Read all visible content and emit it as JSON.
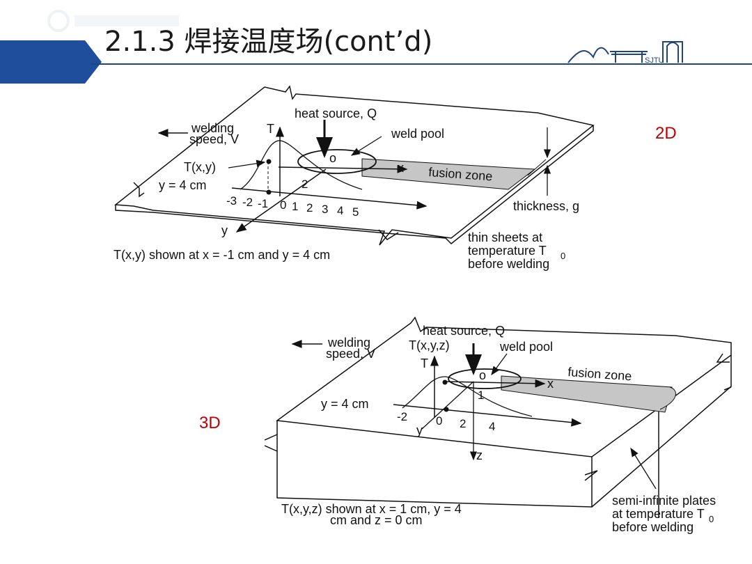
{
  "slide": {
    "title": "2.1.3 焊接温度场(cont’d)",
    "accent_color": "#1f4e9c",
    "rule_color": "#20447e",
    "dimension_labels": {
      "two_d": "2D",
      "three_d": "3D"
    },
    "logo_text": "SJTU"
  },
  "diagram_2d": {
    "welding_speed": [
      "welding",
      "speed, V"
    ],
    "t_axis": "T",
    "heat_source": "heat source, Q",
    "weld_pool": "weld pool",
    "origin": "o",
    "x_axis": "x",
    "fusion_zone": "fusion zone",
    "txy": "T(x,y)",
    "y_eq": "y = 4 cm",
    "tick_2": "2",
    "ticks": [
      "-3",
      "-2",
      "-1",
      "0",
      "1",
      "2",
      "3",
      "4",
      "5"
    ],
    "y_axis": "y",
    "thickness": "thickness, g",
    "thin_sheets": [
      "thin sheets at",
      "temperature T",
      "before welding"
    ],
    "subscript_0": "0",
    "caption": "T(x,y) shown at x = -1 cm and y = 4 cm"
  },
  "diagram_3d": {
    "welding_speed": [
      "welding",
      "speed, V"
    ],
    "heat_source": "heat source, Q",
    "txyz": "T(x,y,z)",
    "weld_pool": "weld pool",
    "t_axis": "T",
    "origin": "o",
    "fusion_zone": "fusion zone",
    "x_axis": "x",
    "y_eq": "y = 4 cm",
    "tick_1": "1",
    "ticks": [
      "-2",
      "0",
      "2",
      "4"
    ],
    "y_axis": "y",
    "z_axis": "z",
    "caption": [
      "T(x,y,z) shown at x = 1 cm, y = 4",
      "cm and z = 0 cm"
    ],
    "semi_infinite": [
      "semi-infinite plates",
      "at temperature T",
      "before welding"
    ],
    "subscript_0": "0"
  }
}
